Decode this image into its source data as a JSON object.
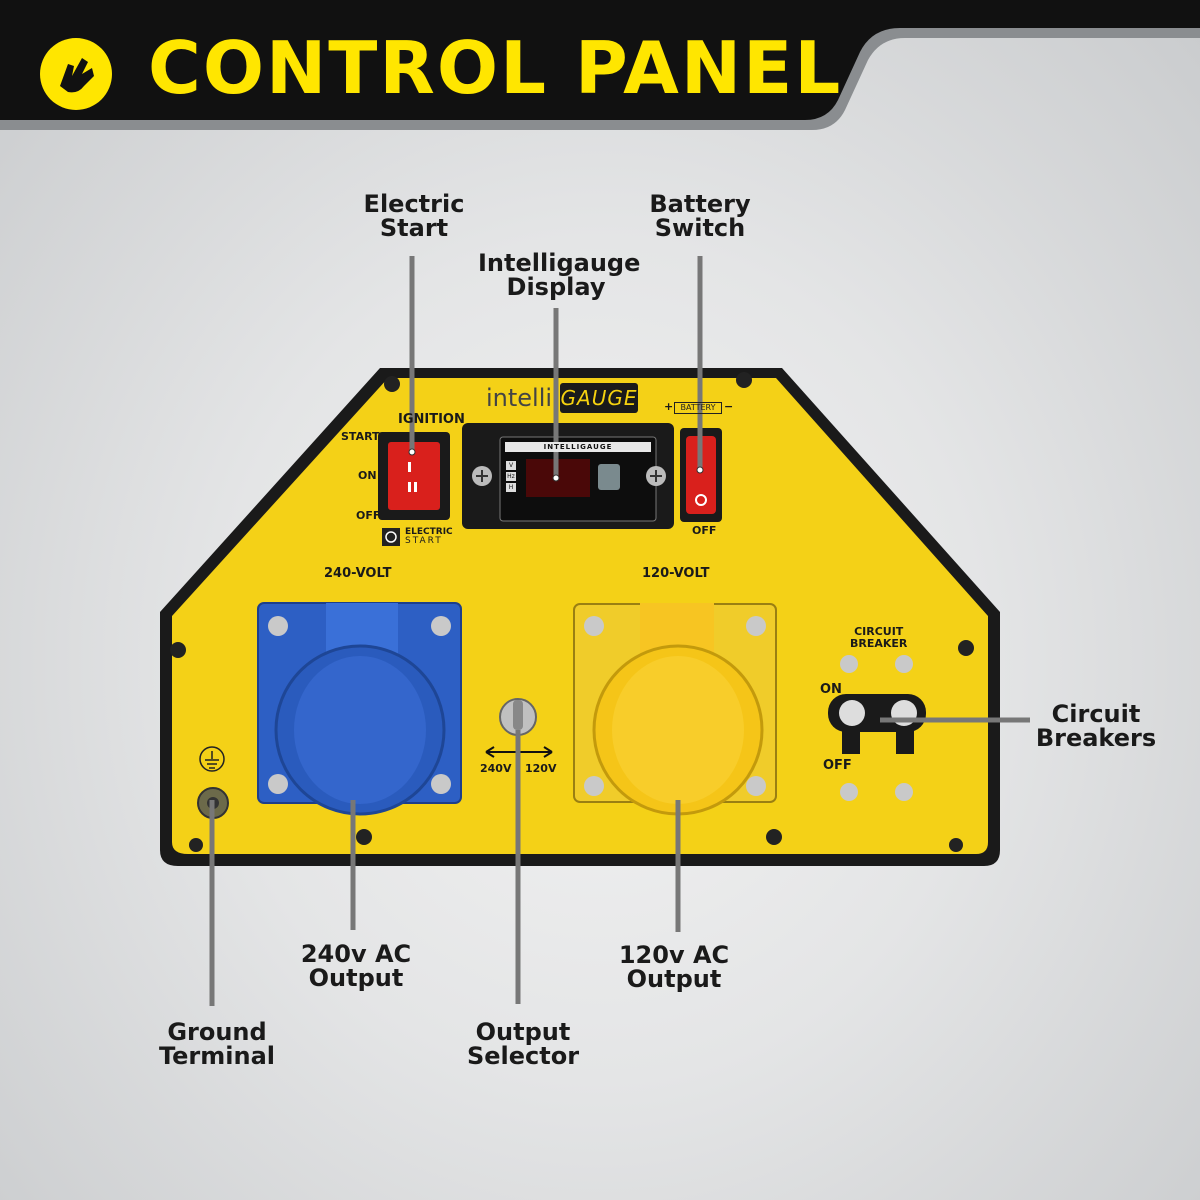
{
  "header": {
    "title": "CONTROL PANEL",
    "icon": "hand-logo-icon",
    "colors": {
      "bar": "#111111",
      "accent": "#ffe600",
      "swoosh": "#8a8d90"
    }
  },
  "callouts": {
    "electric_start": [
      "Electric",
      "Start"
    ],
    "intelligauge_display": [
      "Intelligauge",
      "Display"
    ],
    "battery_switch": [
      "Battery",
      "Switch"
    ],
    "circuit_breakers": [
      "Circuit",
      "Breakers"
    ],
    "output_240": [
      "240v AC",
      "Output"
    ],
    "output_120": [
      "120v AC",
      "Output"
    ],
    "ground_terminal": [
      "Ground",
      "Terminal"
    ],
    "output_selector": [
      "Output",
      "Selector"
    ]
  },
  "panel": {
    "brand_prefix": "intelli",
    "brand_suffix": "GAUGE",
    "ignition_label": "IGNITION",
    "ignition_start": "START",
    "ignition_on": "ON",
    "ignition_off": "OFF",
    "electric_start_badge": [
      "ELECTRIC",
      "START"
    ],
    "display_header": "INTELLIGAUGE",
    "display_units": [
      "V",
      "Hz",
      "H"
    ],
    "battery_tag": "BATTERY",
    "battery_plus": "+",
    "battery_minus": "−",
    "battery_off": "OFF",
    "volt_240": "240-VOLT",
    "volt_120": "120-VOLT",
    "selector_left": "240V",
    "selector_right": "120V",
    "circuit_breaker_label": [
      "CIRCUIT",
      "BREAKER"
    ],
    "breaker_on": "ON",
    "breaker_off": "OFF",
    "colors": {
      "panel": "#f4d117",
      "socket_240": "#2d5fc4",
      "socket_120": "#f5c518",
      "switch_red": "#d9201c"
    }
  }
}
